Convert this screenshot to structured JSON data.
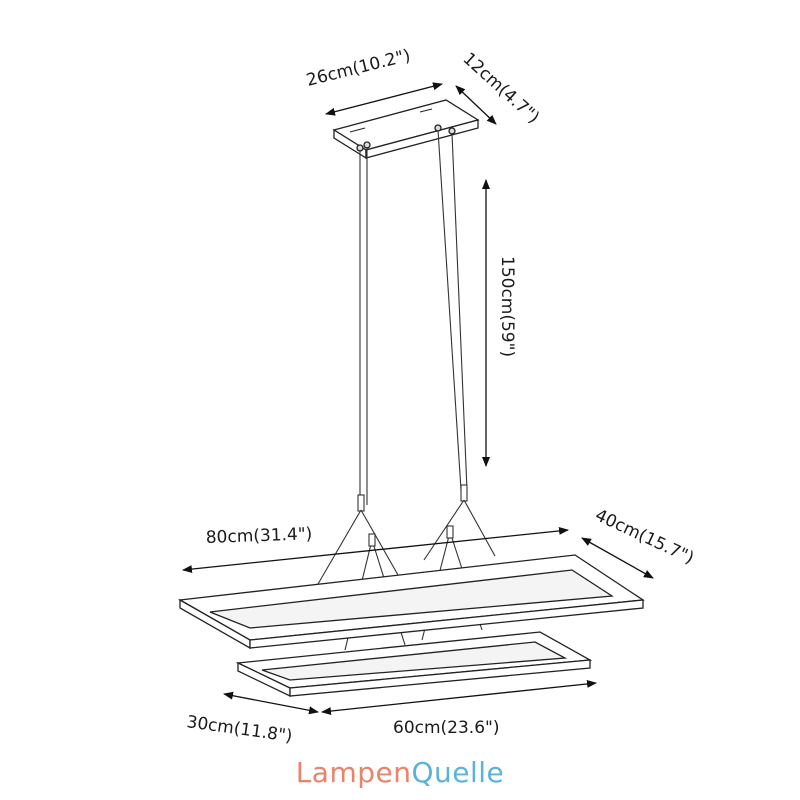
{
  "dimensions": {
    "canopy_length": "26cm(10.2\")",
    "canopy_width": "12cm(4.7\")",
    "cable_length": "150cm(59\")",
    "large_frame_length": "80cm(31.4\")",
    "large_frame_width": "40cm(15.7\")",
    "small_frame_width": "30cm(11.8\")",
    "small_frame_length": "60cm(23.6\")"
  },
  "brand": {
    "part1": "Lampen",
    "part2": "Quelle",
    "color1": "#e8846c",
    "color2": "#5ab4d8"
  }
}
